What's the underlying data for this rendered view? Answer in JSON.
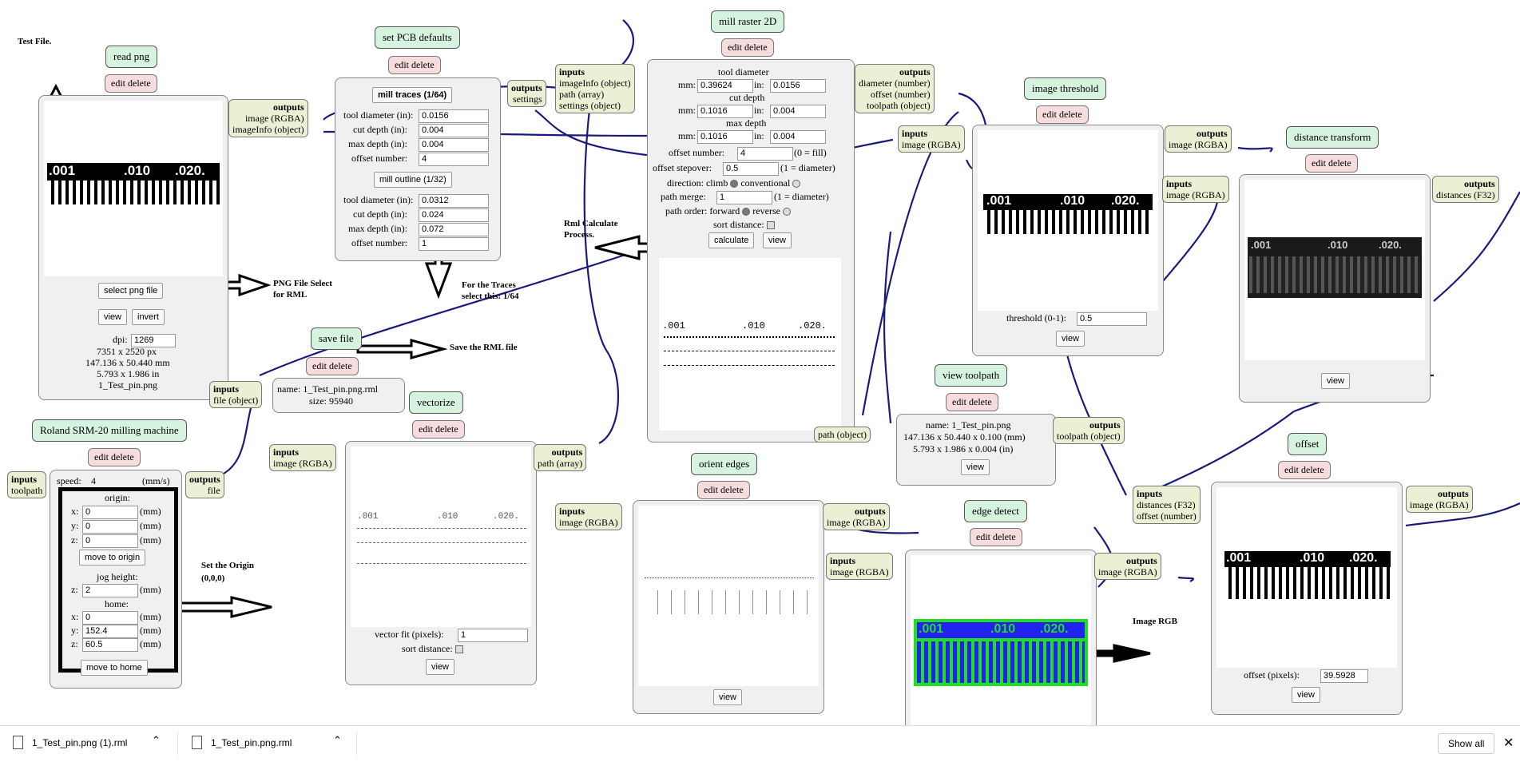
{
  "notes": {
    "test_file": "Test File.",
    "png_select": "PNG File Select\nfor RML",
    "traces": "For the Traces\nselect this: 1/64",
    "save_rml": "Save the RML file",
    "rml_calc": "Rml Calculate\nProcess.",
    "origin": "Set the Origin\n(0,0,0)",
    "image_rgb": "Image  RGB"
  },
  "read_png": {
    "title": "read png",
    "edit_delete": "edit delete",
    "outputs_label": "outputs",
    "outputs": [
      "image (RGBA)",
      "imageInfo (object)"
    ],
    "select_btn": "select png file",
    "view_btn": "view",
    "invert_btn": "invert",
    "dpi_label": "dpi:",
    "dpi_value": "1269",
    "px": "7351 x 2520 px",
    "mm": "147.136 x 50.440 mm",
    "in": "5.793 x 1.986 in",
    "filename": "1_Test_pin.png"
  },
  "ruler": {
    "a": ".001",
    "b": ".010",
    "c": ".020."
  },
  "pcb_defaults": {
    "title": "set PCB defaults",
    "edit_delete": "edit delete",
    "mill_traces_btn": "mill traces (1/64)",
    "mill_outline_btn": "mill outline (1/32)",
    "outputs_label": "outputs",
    "settings": "settings",
    "traces": {
      "tool_diameter_label": "tool diameter (in):",
      "tool_diameter": "0.0156",
      "cut_depth_label": "cut depth (in):",
      "cut_depth": "0.004",
      "max_depth_label": "max depth (in):",
      "max_depth": "0.004",
      "offset_number_label": "offset number:",
      "offset_number": "4"
    },
    "outline": {
      "tool_diameter_label": "tool diameter (in):",
      "tool_diameter": "0.0312",
      "cut_depth_label": "cut depth (in):",
      "cut_depth": "0.024",
      "max_depth_label": "max depth (in):",
      "max_depth": "0.072",
      "offset_number_label": "offset number:",
      "offset_number": "1"
    }
  },
  "mill_raster": {
    "title": "mill raster 2D",
    "edit_delete": "edit delete",
    "inputs_label": "inputs",
    "inputs": [
      "imageInfo (object)",
      "path (array)",
      "settings (object)"
    ],
    "outputs_label": "outputs",
    "outputs": [
      "diameter (number)",
      "offset (number)",
      "toolpath (object)"
    ],
    "tool_diameter_label": "tool diameter",
    "mm_label": "mm:",
    "in_label": "in:",
    "td_mm": "0.39624",
    "td_in": "0.0156",
    "cut_depth_label": "cut depth",
    "cd_mm": "0.1016",
    "cd_in": "0.004",
    "max_depth_label": "max depth",
    "md_mm": "0.1016",
    "md_in": "0.004",
    "offset_number_label": "offset number:",
    "offset_number": "4",
    "offset_note": "(0 = fill)",
    "stepover_label": "offset stepover:",
    "stepover": "0.5",
    "stepover_note": "(1 = diameter)",
    "direction_label": "direction: climb",
    "conventional": "conventional",
    "path_merge_label": "path merge:",
    "path_merge": "1",
    "path_merge_note": "(1 = diameter)",
    "path_order_label": "path order: forward",
    "reverse": "reverse",
    "sort_label": "sort distance:",
    "calculate_btn": "calculate",
    "view_btn": "view"
  },
  "image_threshold": {
    "title": "image threshold",
    "edit_delete": "edit delete",
    "inputs_label": "inputs",
    "input": "image (RGBA)",
    "outputs_label": "outputs",
    "output": "image (RGBA)",
    "threshold_label": "threshold (0-1):",
    "threshold": "0.5",
    "view_btn": "view"
  },
  "distance_transform": {
    "title": "distance transform",
    "edit_delete": "edit delete",
    "inputs_label": "inputs",
    "input": "image (RGBA)",
    "outputs_label": "outputs",
    "output": "distances (F32)",
    "view_btn": "view"
  },
  "save_file": {
    "title": "save file",
    "edit_delete": "edit delete",
    "inputs_label": "inputs",
    "input": "file (object)",
    "name": "name: 1_Test_pin.png.rml",
    "size": "size: 95940"
  },
  "roland": {
    "title": "Roland SRM-20 milling machine",
    "edit_delete": "edit delete",
    "inputs_label": "inputs",
    "input": "toolpath",
    "outputs_label": "outputs",
    "output": "file",
    "speed_label": "speed:",
    "speed": "4",
    "speed_unit": "(mm/s)",
    "origin_label": "origin:",
    "x_label": "x:",
    "y_label": "y:",
    "z_label": "z:",
    "ox": "0",
    "oy": "0",
    "oz": "0",
    "unit": "(mm)",
    "move_origin_btn": "move to origin",
    "jog_label": "jog height:",
    "jog_z": "2",
    "home_label": "home:",
    "hx": "0",
    "hy": "152.4",
    "hz": "60.5",
    "move_home_btn": "move to home"
  },
  "vectorize": {
    "title": "vectorize",
    "edit_delete": "edit delete",
    "inputs_label": "inputs",
    "input": "image (RGBA)",
    "outputs_label": "outputs",
    "output": "path (array)",
    "vector_fit_label": "vector fit (pixels):",
    "vector_fit": "1",
    "sort_label": "sort distance:",
    "view_btn": "view"
  },
  "view_toolpath": {
    "title": "view toolpath",
    "edit_delete": "edit delete",
    "inputs_label": "inputs",
    "input": "path (object)",
    "outputs_label": "outputs",
    "output": "toolpath (object)",
    "name": "name: 1_Test_pin.png",
    "mm": "147.136 x 50.440 x 0.100 (mm)",
    "in": "5.793 x 1.986 x 0.004 (in)",
    "view_btn": "view"
  },
  "orient_edges": {
    "title": "orient edges",
    "edit_delete": "edit delete",
    "inputs_label": "inputs",
    "input": "image (RGBA)",
    "outputs_label": "outputs",
    "output": "image (RGBA)",
    "view_btn": "view"
  },
  "edge_detect": {
    "title": "edge detect",
    "edit_delete": "edit delete",
    "inputs_label": "inputs",
    "input": "image (RGBA)",
    "outputs_label": "outputs",
    "output": "image (RGBA)"
  },
  "offset": {
    "title": "offset",
    "edit_delete": "edit delete",
    "inputs_label": "inputs",
    "inputs": [
      "distances (F32)",
      "offset (number)"
    ],
    "outputs_label": "outputs",
    "output": "image (RGBA)",
    "offset_label": "offset (pixels):",
    "offset_value": "39.5928",
    "view_btn": "view"
  },
  "downloads": {
    "file1": "1_Test_pin.png (1).rml",
    "file2": "1_Test_pin.png.rml",
    "show_all": "Show all"
  },
  "colors": {
    "wire": "#1a1a7a",
    "title_bg": "#d6f3df",
    "edit_bg": "#f6dcdc",
    "io_bg": "#ecefd4",
    "edge_green": "#22dd22",
    "edge_blue": "#2222ee"
  }
}
